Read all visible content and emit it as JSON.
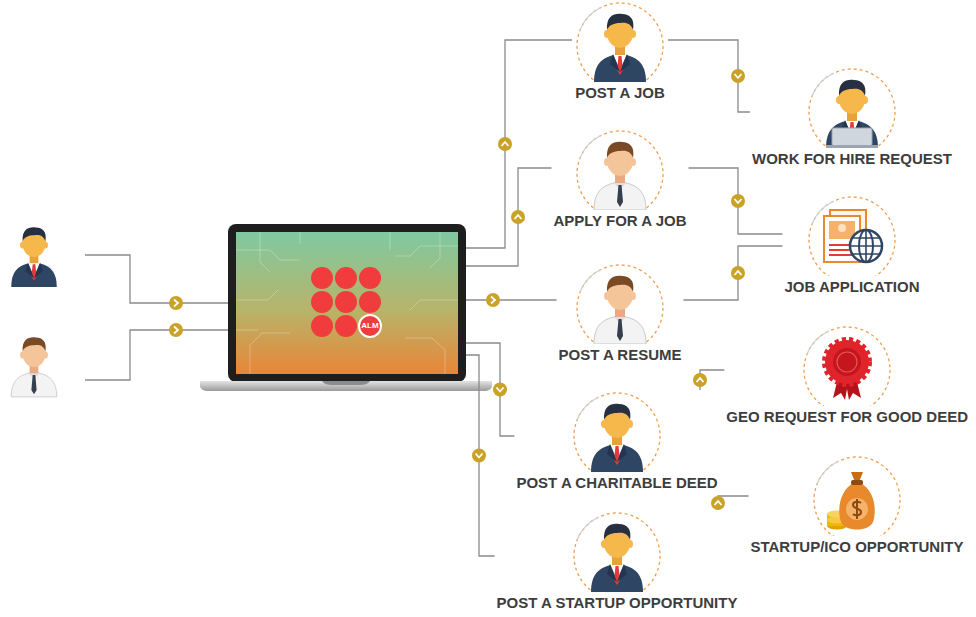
{
  "diagram": {
    "nodes": [
      {
        "text": [
          "ALM"
        ]
      },
      {
        "text": [
          "POST A JOB"
        ]
      },
      {
        "text": [
          "APPLY FOR A JOB"
        ]
      },
      {
        "text": [
          "POST A RESUME"
        ]
      },
      {
        "text": [
          "POST A CHARITABLE DEED"
        ]
      },
      {
        "text": [
          "POST A STARTUP OPPORTUNITY"
        ]
      },
      {
        "text": [
          "WORK FOR HIRE REQUEST"
        ]
      },
      {
        "text": [
          "JOB APPLICATION"
        ]
      },
      {
        "text": [
          "GEO REQUEST FOR GOOD DEED"
        ]
      },
      {
        "text": [
          "STARTUP/ICO OPPORTUNITY"
        ]
      }
    ],
    "edges": [
      {
        "from": 0,
        "to": 1,
        "arrow": "to"
      },
      {
        "from": 0,
        "to": 2,
        "arrow": "to"
      },
      {
        "from": 0,
        "to": 3,
        "arrow": "to"
      },
      {
        "from": 0,
        "to": 4,
        "arrow": "to"
      },
      {
        "from": 0,
        "to": 5,
        "arrow": "to"
      },
      {
        "from": 1,
        "to": 6,
        "arrow": "to"
      },
      {
        "from": 2,
        "to": 7,
        "arrow": "to"
      },
      {
        "from": 3,
        "to": 7,
        "arrow": "to"
      },
      {
        "from": 4,
        "to": 8,
        "arrow": "to"
      },
      {
        "from": 5,
        "to": 9,
        "arrow": "to"
      }
    ]
  }
}
